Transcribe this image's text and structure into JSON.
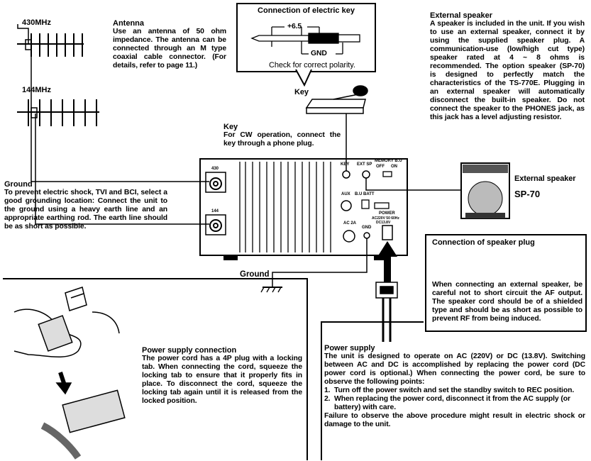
{
  "antenna": {
    "label_430": "430MHz",
    "label_144": "144MHz",
    "title": "Antenna",
    "body": "Use an antenna of 50 ohm impedance. The antenna can be connected through an M type coaxial cable connector. (For details, refer to page 11.)"
  },
  "key_connection": {
    "title": "Connection of electric key",
    "dim_label": "+6.5",
    "gnd_label": "GND",
    "note": "Check for correct polarity.",
    "key_label": "Key"
  },
  "key_section": {
    "title": "Key",
    "body": "For CW operation, connect the key through a phone plug."
  },
  "external_speaker": {
    "title": "External speaker",
    "body": "A speaker is included in the unit. If you wish to use an external speaker, connect it by using the supplied speaker plug. A communication-use (low/high cut type) speaker rated at 4 ~ 8 ohms is recommended. The option speaker (SP-70) is designed to perfectly match the characteristics of the TS-770E. Plugging in an external speaker will automatically disconnect the built-in speaker. Do not connect the speaker to the PHONES jack, as this jack has a level adjusting resistor.",
    "device_label": "External speaker",
    "model": "SP-70"
  },
  "ground": {
    "title": "Ground",
    "body": "To prevent electric shock, TVI and BCI, select a good grounding location: Connect the unit to the ground using a heavy earth line and an appropriate earthing rod. The earth line should be as short as possible.",
    "label": "Ground"
  },
  "speaker_plug": {
    "title": "Connection of speaker plug",
    "body": "When connecting an external speaker, be careful not to short circuit the AF output. The speaker cord should be of a shielded type and should be as short as possible to prevent RF from being induced."
  },
  "power_connection": {
    "title": "Power supply connection",
    "body": "The power cord has a 4P plug with a locking tab. When connecting the cord, squeeze the locking tab to ensure that it properly fits in place. To disconnect the cord, squeeze the locking tab again until it is released from the locked position."
  },
  "power_supply": {
    "title": "Power supply",
    "intro": "The unit is designed to operate on AC (220V) or DC (13.8V). Switching between AC and DC is accomplished by replacing the power cord (DC power cord is optional.) When connecting the power cord, be sure to observe the following points:",
    "points": [
      "Turn off the power switch and set the standby switch to REC position.",
      "When replacing the power cord, disconnect it from the AC supply (or battery) with care."
    ],
    "footer": "Failure to observe the above procedure might result in electric shock or damage to the unit."
  },
  "panel": {
    "ant_430": "430",
    "ant_144": "144",
    "key": "KEY",
    "ext_sp": "EXT SP",
    "memory_bu": "MEMORY B.U",
    "off": "OFF",
    "on": "ON",
    "aux": "AUX",
    "bu_batt": "B.U BATT",
    "ac": "AC 2A",
    "gnd": "GND",
    "power": "POWER",
    "power_spec1": "AC220V 50 60Hz",
    "power_spec2": "DC13.8V"
  }
}
